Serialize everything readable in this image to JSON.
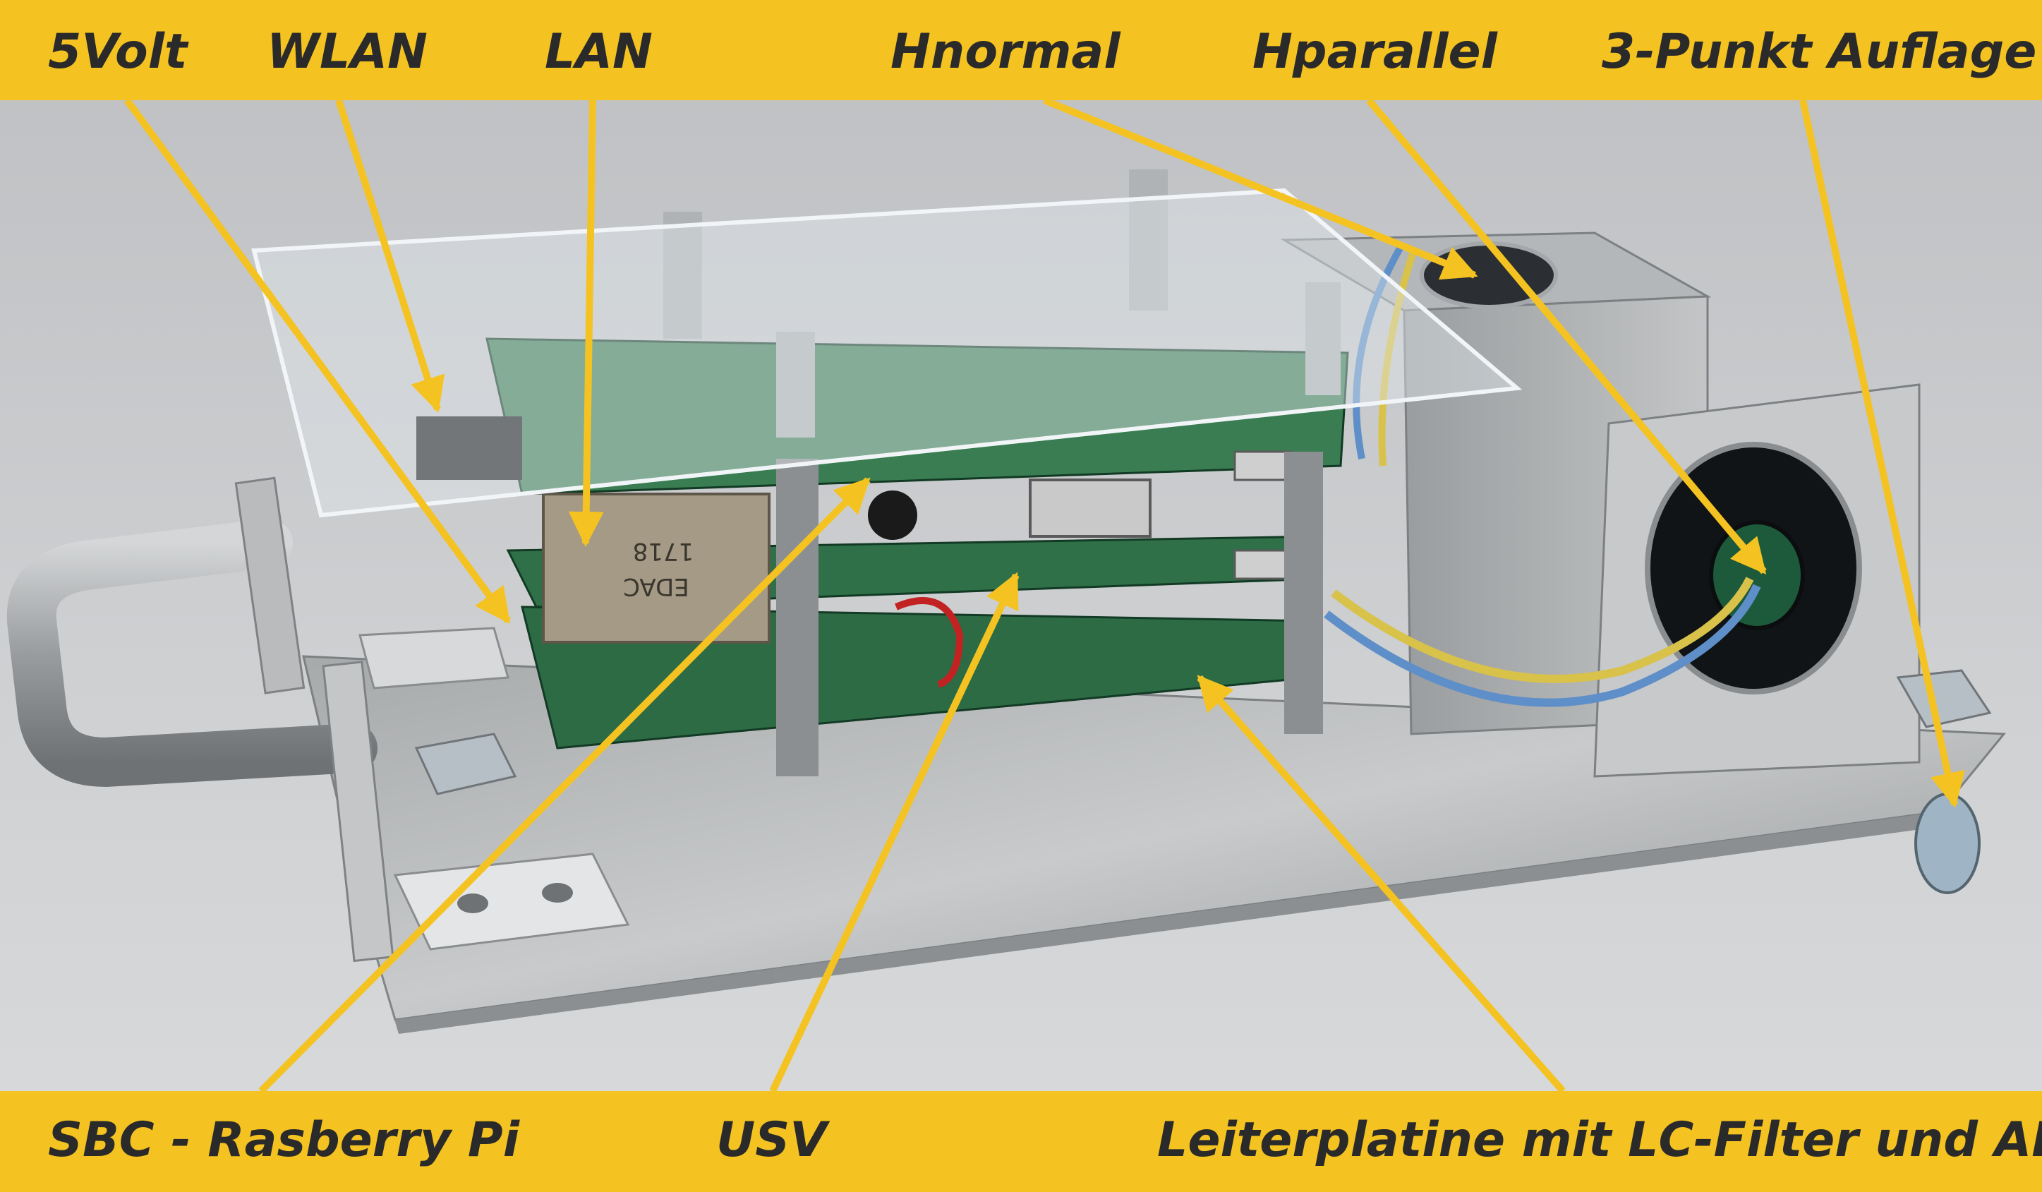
{
  "labels": {
    "top": [
      "5Volt",
      "WLAN",
      "LAN",
      "Hnormal",
      "Hparallel",
      "3-Punkt Auflage"
    ],
    "bottom": [
      "SBC - Rasberry Pi",
      "USV",
      "Leiterplatine mit LC-Filter und ADC"
    ]
  },
  "photo_text": {
    "connector_model": "1718",
    "connector_brand": "EDAC"
  },
  "colors": {
    "band": "#f4c321",
    "arrow": "#f4c321",
    "label_text": "#2a2a2a",
    "background": "#c9cbcd"
  }
}
